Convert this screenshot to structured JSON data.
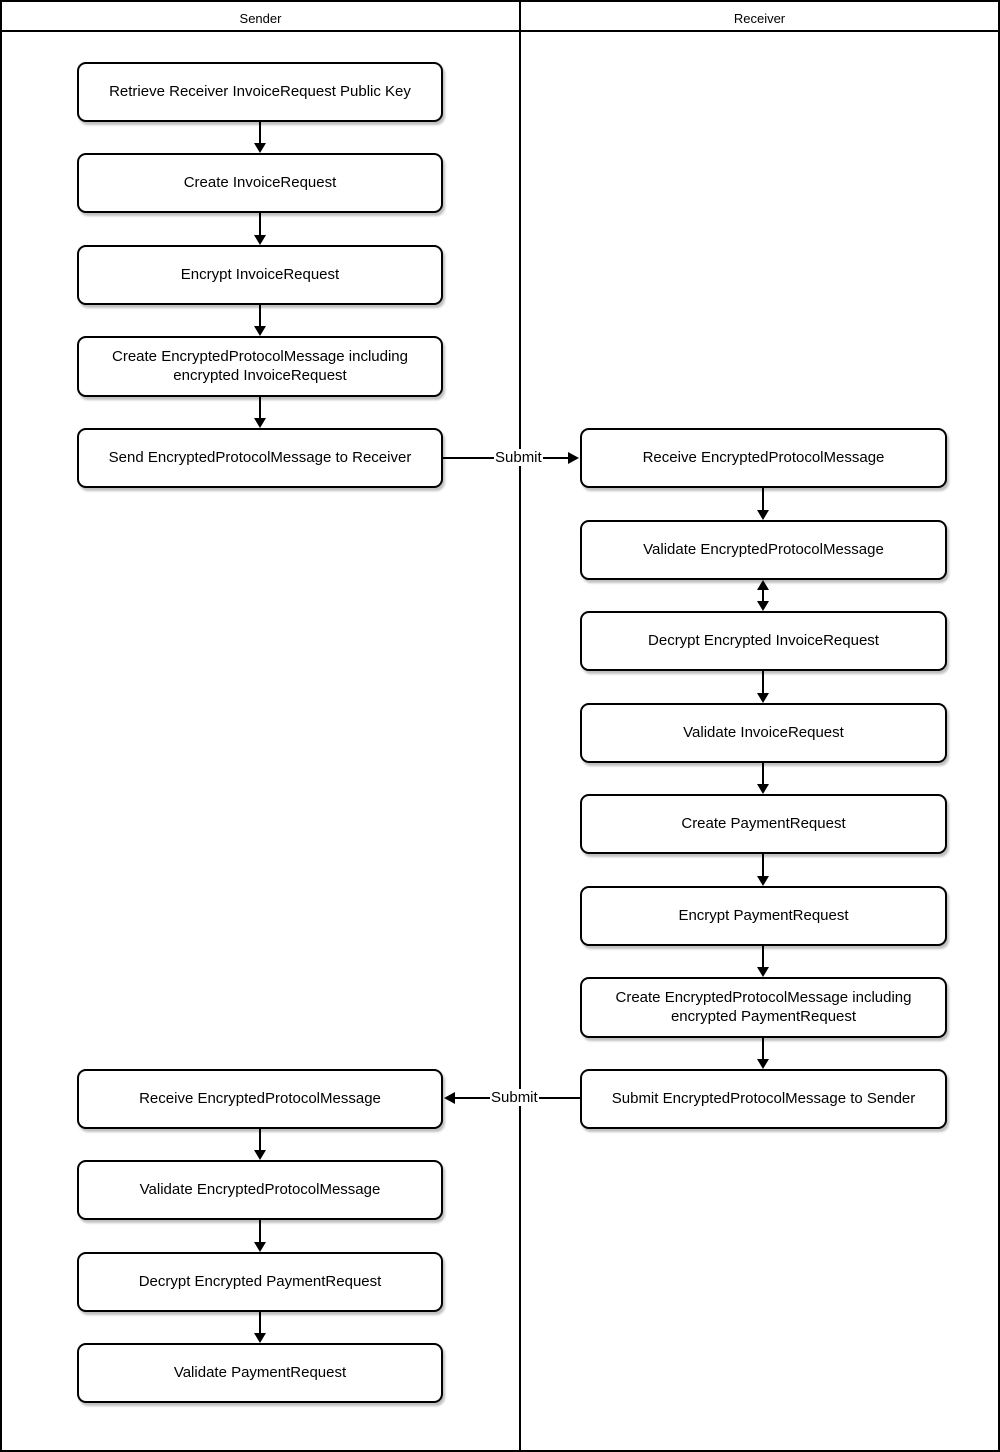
{
  "header": {
    "sender": "Sender",
    "receiver": "Receiver"
  },
  "sender_steps": [
    {
      "label": "Retrieve Receiver InvoiceRequest Public Key"
    },
    {
      "label": "Create InvoiceRequest"
    },
    {
      "label": "Encrypt InvoiceRequest"
    },
    {
      "label": "Create EncryptedProtocolMessage including encrypted InvoiceRequest"
    },
    {
      "label": "Send EncryptedProtocolMessage to Receiver"
    },
    {
      "label": "Receive EncryptedProtocolMessage"
    },
    {
      "label": "Validate EncryptedProtocolMessage"
    },
    {
      "label": "Decrypt Encrypted PaymentRequest"
    },
    {
      "label": "Validate PaymentRequest"
    }
  ],
  "receiver_steps": [
    {
      "label": "Receive EncryptedProtocolMessage"
    },
    {
      "label": "Validate EncryptedProtocolMessage"
    },
    {
      "label": "Decrypt Encrypted InvoiceRequest"
    },
    {
      "label": "Validate InvoiceRequest"
    },
    {
      "label": "Create PaymentRequest"
    },
    {
      "label": "Encrypt PaymentRequest"
    },
    {
      "label": "Create EncryptedProtocolMessage including encrypted PaymentRequest"
    },
    {
      "label": "Submit EncryptedProtocolMessage to Sender"
    }
  ],
  "edges": {
    "submit_to_receiver_label": "Submit",
    "submit_to_sender_label": "Submit"
  },
  "colors": {
    "line": "#000000",
    "background": "#ffffff"
  }
}
